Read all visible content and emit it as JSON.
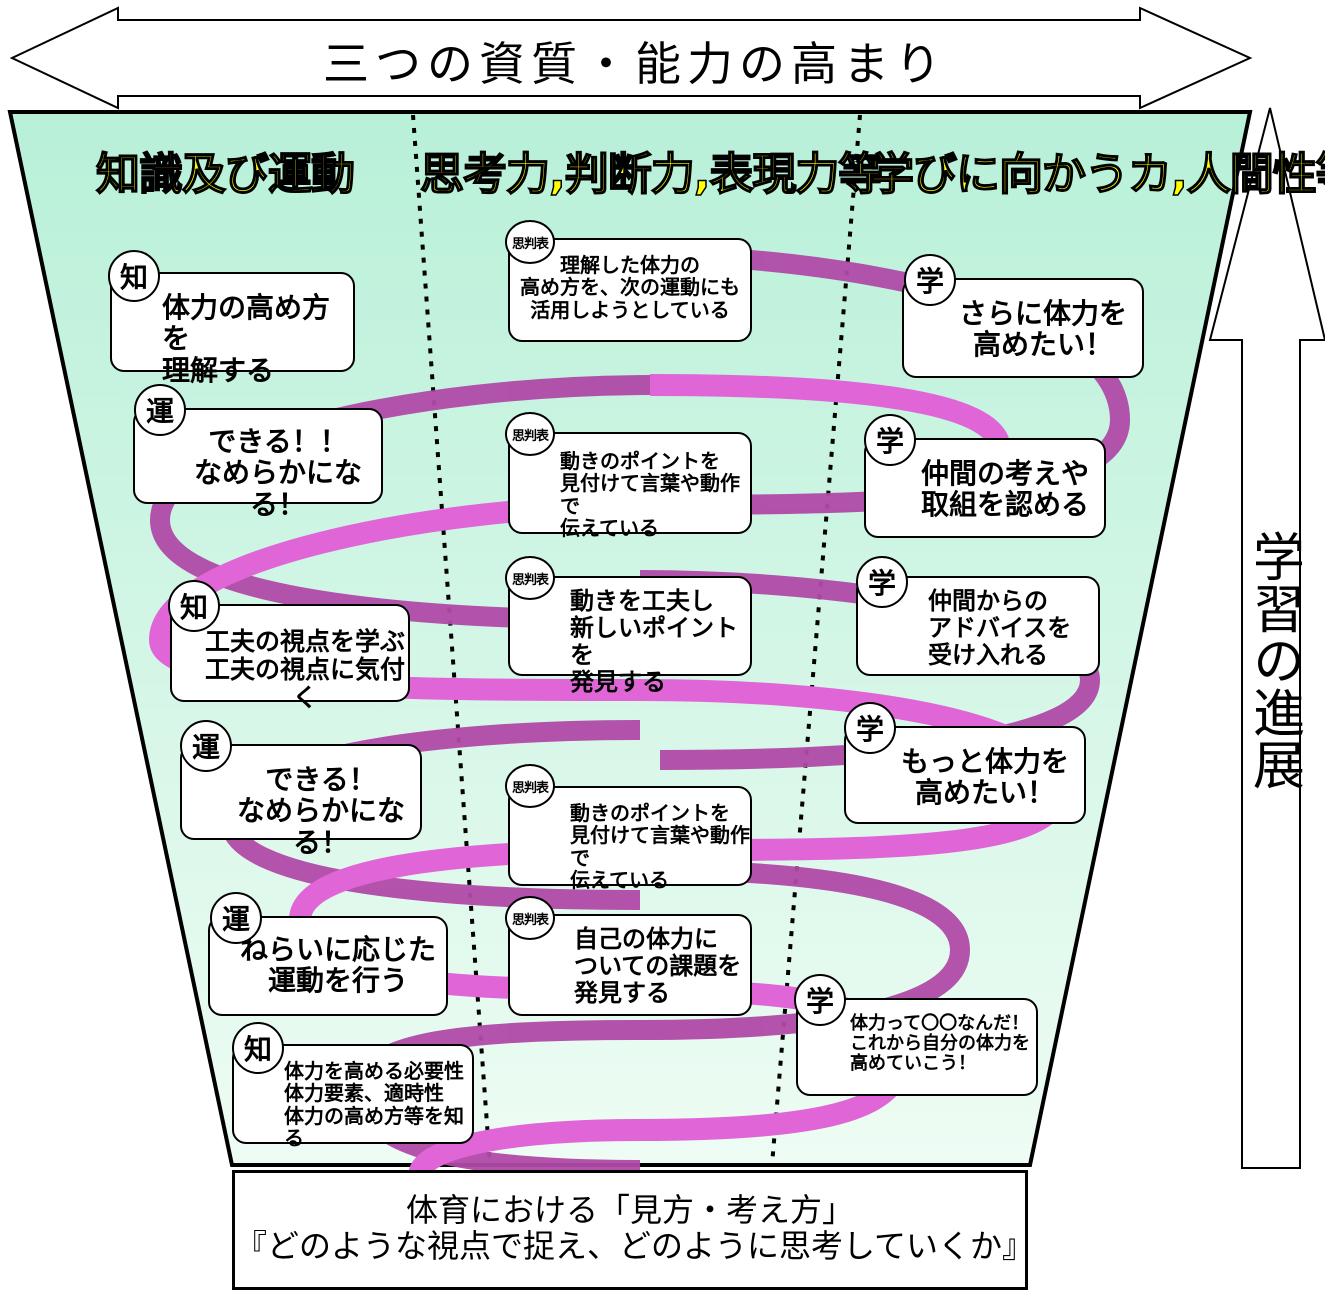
{
  "header": {
    "title": "三つの資質・能力の高まり"
  },
  "columns": [
    {
      "id": "knowledge",
      "heading": "知識及び運動"
    },
    {
      "id": "thinking",
      "heading": "思考力,判断力,表現力等"
    },
    {
      "id": "attitude",
      "heading": "学びに向かうカ,人間性等"
    }
  ],
  "badges": {
    "chi": "知",
    "un": "運",
    "gaku": "学",
    "shiko": "思判表"
  },
  "left_boxes": [
    {
      "badge": "知",
      "lines": [
        "体力の高め方を",
        "理解する"
      ]
    },
    {
      "badge": "運",
      "lines": [
        "できる！！",
        "なめらかになる！"
      ]
    },
    {
      "badge": "知",
      "lines": [
        "工夫の視点を学ぶ",
        "工夫の視点に気付く"
      ]
    },
    {
      "badge": "運",
      "lines": [
        "できる！",
        "なめらかになる！"
      ]
    },
    {
      "badge": "運",
      "lines": [
        "ねらいに応じた",
        "運動を行う"
      ]
    },
    {
      "badge": "知",
      "lines": [
        "体力を高める必要性",
        "体力要素、適時性",
        "体力の高め方等を知る"
      ]
    }
  ],
  "middle_boxes": [
    {
      "badge": "思判表",
      "lines": [
        "理解した体力の",
        "高め方を、次の運動にも",
        "活用しようとしている"
      ]
    },
    {
      "badge": "思判表",
      "lines": [
        "動きのポイントを",
        "見付けて言葉や動作で",
        "伝えている"
      ]
    },
    {
      "badge": "思判表",
      "lines": [
        "動きを工夫し",
        "新しいポイントを",
        "発見する"
      ]
    },
    {
      "badge": "思判表",
      "lines": [
        "動きのポイントを",
        "見付けて言葉や動作で",
        "伝えている"
      ]
    },
    {
      "badge": "思判表",
      "lines": [
        "自己の体力に",
        "ついての課題を",
        "発見する"
      ]
    }
  ],
  "right_boxes": [
    {
      "badge": "学",
      "lines": [
        "さらに体力を",
        "高めたい！"
      ]
    },
    {
      "badge": "学",
      "lines": [
        "仲間の考えや",
        "取組を認める"
      ]
    },
    {
      "badge": "学",
      "lines": [
        "仲間からの",
        "アドバイスを",
        "受け入れる"
      ]
    },
    {
      "badge": "学",
      "lines": [
        "もっと体力を",
        "高めたい！"
      ]
    },
    {
      "badge": "学",
      "lines": [
        "体力って〇〇なんだ！",
        "これから自分の体力を",
        "高めていこう！"
      ]
    }
  ],
  "progress_label": "学習の進展",
  "bottom": {
    "line1": "体育における「見方・考え方」",
    "line2": "『どのような視点で捉え、どのように思考していくか』"
  },
  "colors": {
    "funnel_fill_top": "#b8f0d8",
    "funnel_fill_bottom": "#eefcf4",
    "ribbon_front": "#e066d8",
    "ribbon_back": "#b04aa8",
    "heading_fill": "#ffff00"
  }
}
